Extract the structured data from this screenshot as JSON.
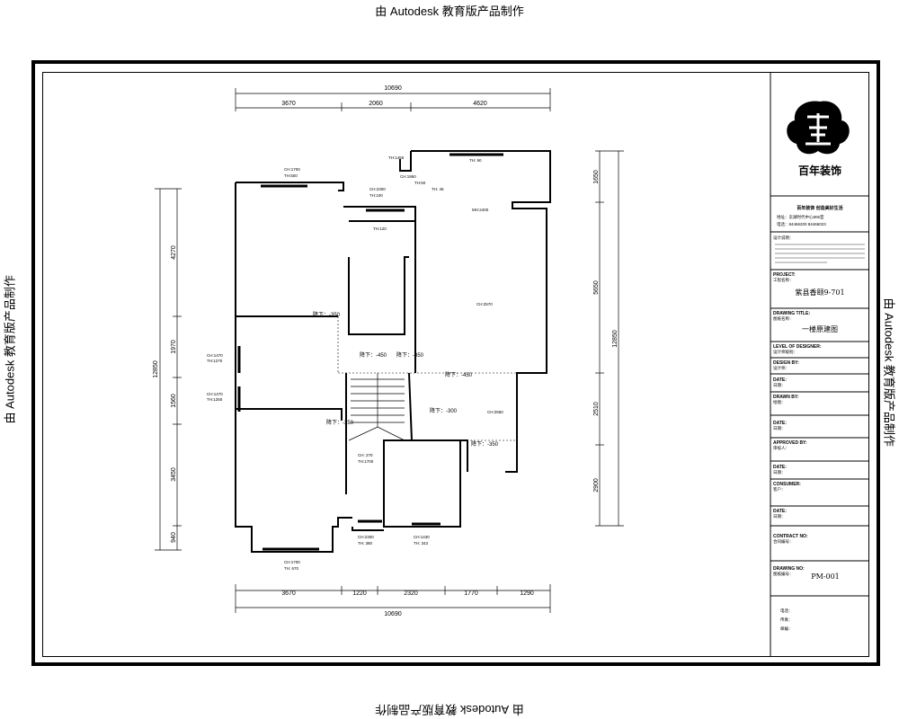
{
  "watermark": "由 Autodesk 教育版产品制作",
  "titleblock": {
    "company": "百年装饰",
    "slogan": "百年装饰  创造美好生活",
    "address_line": "地址：东湖时代中心806室",
    "phone_line": "电话：84466200  84466023",
    "design_notes_label": "设计说明：",
    "project_label": "PROJECT:",
    "project_sub": "工程名称：",
    "project_value": "紫县香颐9-701",
    "drawing_title_label": "DRAWING TITLE:",
    "drawing_title_sub": "图纸名称：",
    "drawing_title_value": "一楼原建图",
    "level_label": "LEVEL OF DESIGNER:",
    "level_sub": "设计师级别：",
    "design_by_label": "DESIGN BY:",
    "design_by_sub": "设计师：",
    "date_label": "DATE:",
    "date_sub": "日期：",
    "drawn_by_label": "DRAWN BY:",
    "drawn_by_sub": "绘图：",
    "approved_label": "APPROVED BY:",
    "approved_sub": "审核人：",
    "consumer_label": "CONSUMER:",
    "consumer_sub": "客户：",
    "contract_label": "CONTRACT NO:",
    "contract_sub": "合同编号：",
    "drawing_no_label": "DRAWING NO:",
    "drawing_no_sub": "图纸编号：",
    "drawing_no_value": "PM-001",
    "footer_line1": "电话：",
    "footer_line2": "传真：",
    "footer_line3": "邮编："
  },
  "dimensions": {
    "top_total": "10690",
    "top_segments": [
      "3670",
      "2060",
      "4620"
    ],
    "bottom_total": "10690",
    "bottom_segments": [
      "3670",
      "1220",
      "2320",
      "1770",
      "1290"
    ],
    "left_total": "12850",
    "left_segments": [
      "4270",
      "1970",
      "1560",
      "3450",
      "940"
    ],
    "right_total": "12850",
    "right_segments": [
      "1650",
      "5650",
      "2510",
      "2900"
    ]
  },
  "annotations": {
    "window_top_left": [
      "CH:1700",
      "TH:500"
    ],
    "window_hall_a": [
      "CH:2300",
      "TH:100"
    ],
    "window_hall_b": [
      "TH:120"
    ],
    "window_top_mid": [
      "TH:1450"
    ],
    "window_top_mid_b": [
      "CH:1950",
      "TH:50"
    ],
    "window_top_right": [
      "TH: 90"
    ],
    "window_top_right_b": [
      "TH: 45"
    ],
    "beam_main": "MH:2400",
    "ch_living": "CH:2570",
    "ch_lower": "CH:2550",
    "left_window_1": [
      "CH:1470",
      "TH:1270"
    ],
    "left_window_2": [
      "CH:1470",
      "TH:1250"
    ],
    "drop_1": "降下：-350",
    "drop_2": "降下：-450",
    "drop_3": "降下：-350",
    "drop_4": "降下：-450",
    "drop_5": "降下：-300",
    "drop_6": "降下：-350",
    "drop_7": "降下：-350",
    "bottom_win_1": [
      "CH: 270",
      "TH:1700"
    ],
    "bottom_win_2": [
      "CH:2300",
      "TH: 380"
    ],
    "bottom_win_3": [
      "CH:1430",
      "TH: 343"
    ],
    "bay_window": [
      "CH:1700",
      "TH: 670"
    ]
  }
}
